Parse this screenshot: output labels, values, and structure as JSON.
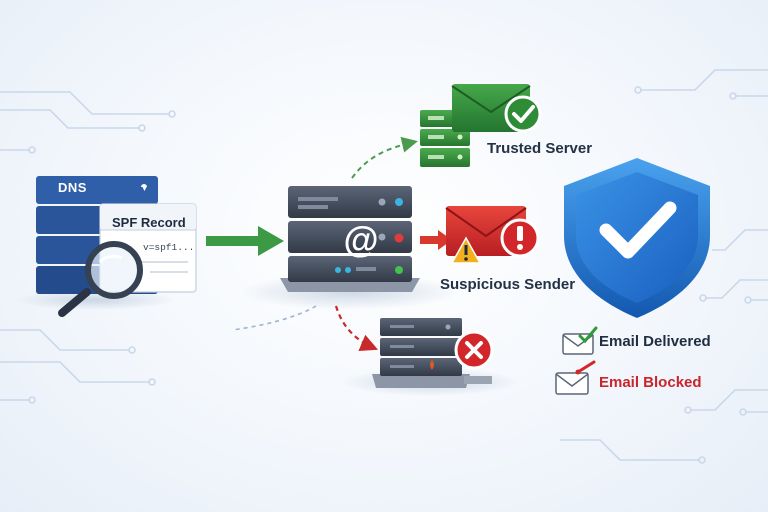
{
  "dns": {
    "label": "DNS"
  },
  "spf_record": {
    "title": "SPF  Record",
    "value": "v=spf1..."
  },
  "mail_server": {
    "symbol": "@"
  },
  "outcomes": {
    "trusted": "Trusted Server",
    "suspicious": "Suspicious Sender"
  },
  "legend": {
    "delivered": "Email Delivered",
    "blocked": "Email Blocked"
  },
  "colors": {
    "dns_blue": "#2f5fa8",
    "server_dark": "#3d4554",
    "trusted_green": "#2f8f3a",
    "warning_red": "#d3262b",
    "warning_yellow": "#f2b01e",
    "shield_blue": "#1f79d1"
  },
  "icons": [
    "dns-server-icon",
    "magnifier-icon",
    "mail-server-icon",
    "trusted-server-icon",
    "check-envelope-icon",
    "warning-envelope-icon",
    "blocked-server-icon",
    "x-icon",
    "shield-check-icon"
  ]
}
